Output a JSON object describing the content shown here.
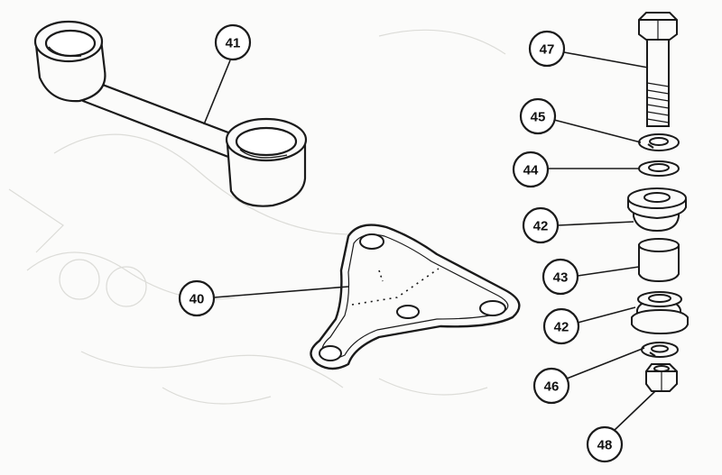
{
  "diagram": {
    "callouts": [
      {
        "id": "c41",
        "name": "callout-41-link-arm",
        "label": "41"
      },
      {
        "id": "c40",
        "name": "callout-40-mounting-plate",
        "label": "40"
      },
      {
        "id": "c47",
        "name": "callout-47-bolt",
        "label": "47"
      },
      {
        "id": "c45",
        "name": "callout-45-spring-washer",
        "label": "45"
      },
      {
        "id": "c44",
        "name": "callout-44-flat-washer",
        "label": "44"
      },
      {
        "id": "c42a",
        "name": "callout-42-upper-bush",
        "label": "42"
      },
      {
        "id": "c43",
        "name": "callout-43-spacer-sleeve",
        "label": "43"
      },
      {
        "id": "c42b",
        "name": "callout-42-lower-bush",
        "label": "42"
      },
      {
        "id": "c46",
        "name": "callout-46-spring-washer",
        "label": "46"
      },
      {
        "id": "c48",
        "name": "callout-48-nut",
        "label": "48"
      }
    ],
    "colors": {
      "ink": "#1a1a1a",
      "paper": "#fbfbfa",
      "faint": "#d9d9d6"
    }
  }
}
